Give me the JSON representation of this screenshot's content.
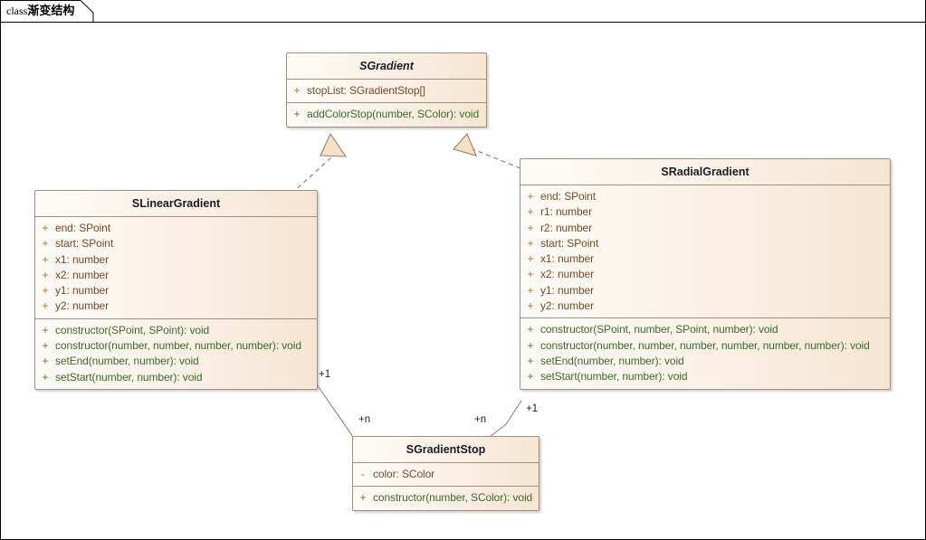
{
  "diagram": {
    "tab_label_keyword": "class",
    "tab_label_name": "渐变结构",
    "frame_title": "class渐变结构"
  },
  "classes": [
    {
      "id": "sgradient",
      "name": "SGradient",
      "abstract": true,
      "attributes": [
        {
          "visibility": "+",
          "text": "stopList: SGradientStop[]"
        }
      ],
      "operations": [
        {
          "visibility": "+",
          "text": "addColorStop(number, SColor): void"
        }
      ]
    },
    {
      "id": "slineargradient",
      "name": "SLinearGradient",
      "abstract": false,
      "attributes": [
        {
          "visibility": "+",
          "text": "end: SPoint"
        },
        {
          "visibility": "+",
          "text": "start: SPoint"
        },
        {
          "visibility": "+",
          "text": "x1: number"
        },
        {
          "visibility": "+",
          "text": "x2: number"
        },
        {
          "visibility": "+",
          "text": "y1: number"
        },
        {
          "visibility": "+",
          "text": "y2: number"
        }
      ],
      "operations": [
        {
          "visibility": "+",
          "text": "constructor(SPoint, SPoint): void"
        },
        {
          "visibility": "+",
          "text": "constructor(number, number, number, number): void"
        },
        {
          "visibility": "+",
          "text": "setEnd(number, number): void"
        },
        {
          "visibility": "+",
          "text": "setStart(number, number): void"
        }
      ]
    },
    {
      "id": "sradialgradient",
      "name": "SRadialGradient",
      "abstract": false,
      "attributes": [
        {
          "visibility": "+",
          "text": "end: SPoint"
        },
        {
          "visibility": "+",
          "text": "r1: number"
        },
        {
          "visibility": "+",
          "text": "r2: number"
        },
        {
          "visibility": "+",
          "text": "start: SPoint"
        },
        {
          "visibility": "+",
          "text": "x1: number"
        },
        {
          "visibility": "+",
          "text": "x2: number"
        },
        {
          "visibility": "+",
          "text": "y1: number"
        },
        {
          "visibility": "+",
          "text": "y2: number"
        }
      ],
      "operations": [
        {
          "visibility": "+",
          "text": "constructor(SPoint, number, SPoint, number): void"
        },
        {
          "visibility": "+",
          "text": "constructor(number, number, number, number, number, number): void"
        },
        {
          "visibility": "+",
          "text": "setEnd(number, number): void"
        },
        {
          "visibility": "+",
          "text": "setStart(number, number): void"
        }
      ]
    },
    {
      "id": "sgradientstop",
      "name": "SGradientStop",
      "abstract": false,
      "attributes": [
        {
          "visibility": "-",
          "text": "color: SColor"
        }
      ],
      "operations": [
        {
          "visibility": "+",
          "text": "constructor(number, SColor): void"
        }
      ]
    }
  ],
  "relationships": [
    {
      "id": "rel-linear-realizes-gradient",
      "type": "realization",
      "from": "SLinearGradient",
      "to": "SGradient",
      "style": "dashed",
      "arrowhead": "hollow-triangle"
    },
    {
      "id": "rel-radial-realizes-gradient",
      "type": "realization",
      "from": "SRadialGradient",
      "to": "SGradient",
      "style": "dashed",
      "arrowhead": "hollow-triangle"
    },
    {
      "id": "rel-linear-stop",
      "type": "association",
      "from": "SLinearGradient",
      "to": "SGradientStop",
      "style": "solid",
      "source_multiplicity": "+1",
      "target_multiplicity": "+n"
    },
    {
      "id": "rel-radial-stop",
      "type": "association",
      "from": "SRadialGradient",
      "to": "SGradientStop",
      "style": "solid",
      "source_multiplicity": "+1",
      "target_multiplicity": "+n"
    }
  ],
  "multiplicity_labels": [
    {
      "id": "mult-linear-1",
      "text": "+1"
    },
    {
      "id": "mult-linear-n",
      "text": "+n"
    },
    {
      "id": "mult-radial-n",
      "text": "+n"
    },
    {
      "id": "mult-radial-1",
      "text": "+1"
    }
  ],
  "colors": {
    "box_fill_light": "#fdfaf6",
    "box_fill_dark": "#f6e5d2",
    "box_border": "#9a9383",
    "attribute_text": "#7a4a28",
    "attribute_visibility": "#b4722b",
    "operation_text": "#3d6b2e",
    "operation_visibility": "#4f7d3a",
    "class_name_text": "#1b1b28",
    "connector_line": "#8b8578",
    "arrowhead_fill": "#f6dcbb",
    "frame_border": "#000000",
    "canvas_background": "#ffffff"
  }
}
